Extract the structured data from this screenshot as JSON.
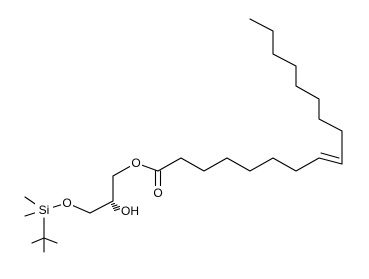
{
  "molecule": {
    "atoms": {
      "ester_oxygen": "O",
      "carbonyl_oxygen": "O",
      "hydroxyl": "OH",
      "ether_oxygen": "O",
      "silicon": "Si"
    },
    "colors": {
      "bond": "#000000",
      "label": "#000000",
      "background": "#ffffff"
    }
  }
}
